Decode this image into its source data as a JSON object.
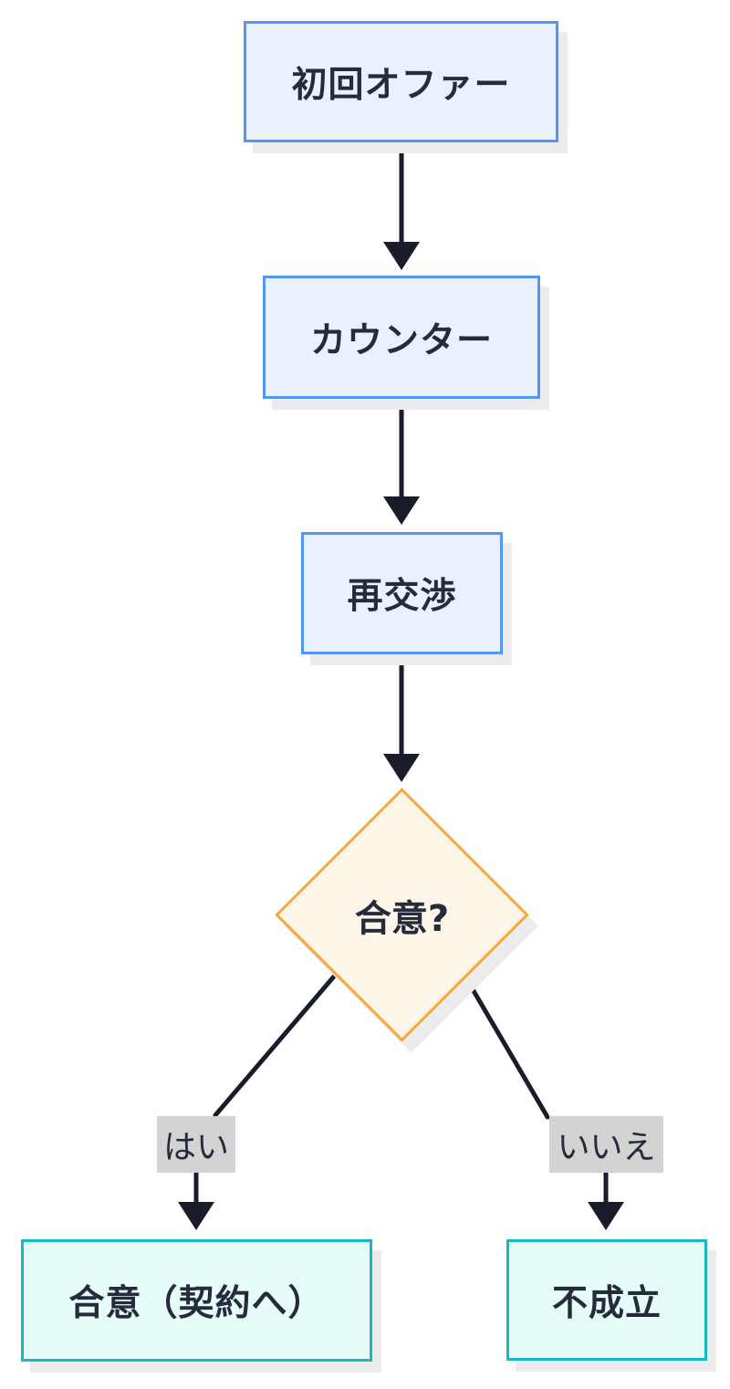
{
  "diagram": {
    "type": "flowchart",
    "direction": "top-down",
    "nodes": [
      {
        "id": "initial_offer",
        "label": "初回オファー",
        "shape": "rect",
        "style": "process"
      },
      {
        "id": "counter",
        "label": "カウンター",
        "shape": "rect",
        "style": "process"
      },
      {
        "id": "renegotiation",
        "label": "再交渉",
        "shape": "rect",
        "style": "process"
      },
      {
        "id": "decision",
        "label": "合意?",
        "shape": "diamond",
        "style": "decision"
      },
      {
        "id": "agreement",
        "label": "合意（契約へ）",
        "shape": "rect",
        "style": "terminal"
      },
      {
        "id": "no_deal",
        "label": "不成立",
        "shape": "rect",
        "style": "terminal"
      }
    ],
    "edges": [
      {
        "from": "initial_offer",
        "to": "counter",
        "label": ""
      },
      {
        "from": "counter",
        "to": "renegotiation",
        "label": ""
      },
      {
        "from": "renegotiation",
        "to": "decision",
        "label": ""
      },
      {
        "from": "decision",
        "to": "agreement",
        "label": "はい"
      },
      {
        "from": "decision",
        "to": "no_deal",
        "label": "いいえ"
      }
    ],
    "colors": {
      "process_fill": "#e8f1fd",
      "process_border": "#5596f3",
      "decision_fill": "#fdf6e8",
      "decision_border": "#f7a83b",
      "terminal_fill": "#e6fcf8",
      "terminal_border": "#16b9c3",
      "edge_label_bg": "#d3d3d3",
      "text": "#252b3b",
      "arrow": "#191d29",
      "shadow": "#ececec",
      "background": "#ffffff"
    }
  }
}
